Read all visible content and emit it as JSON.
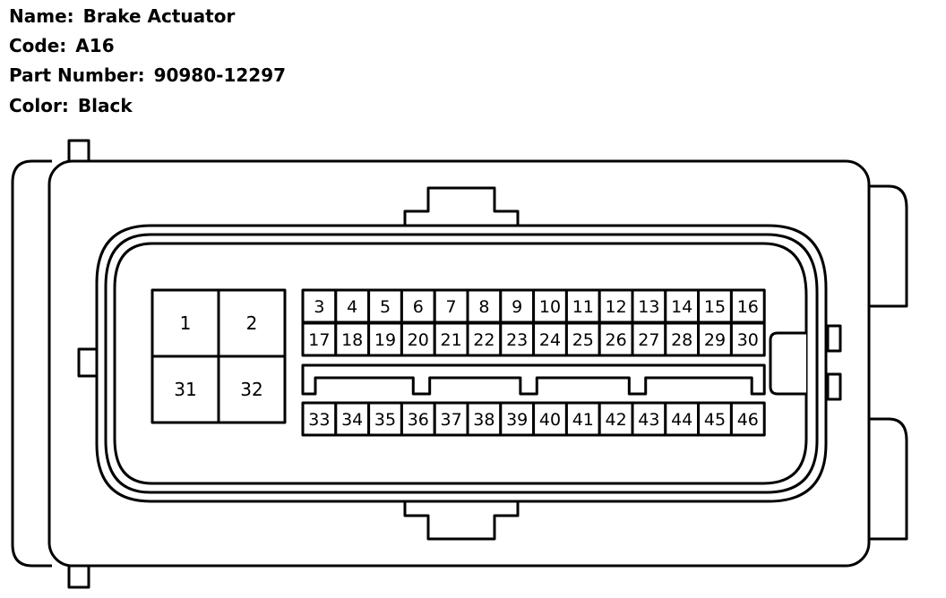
{
  "info": {
    "name_label": "Name:",
    "name_value": "Brake Actuator",
    "code_label": "Code:",
    "code_value": "A16",
    "part_label": "Part Number:",
    "part_value": "90980-12297",
    "color_label": "Color:",
    "color_value": "Black"
  },
  "connector": {
    "large_pins": [
      "1",
      "2",
      "31",
      "32"
    ],
    "row1": [
      "3",
      "4",
      "5",
      "6",
      "7",
      "8",
      "9",
      "10",
      "11",
      "12",
      "13",
      "14",
      "15",
      "16"
    ],
    "row2": [
      "17",
      "18",
      "19",
      "20",
      "21",
      "22",
      "23",
      "24",
      "25",
      "26",
      "27",
      "28",
      "29",
      "30"
    ],
    "row3": [
      "33",
      "34",
      "35",
      "36",
      "37",
      "38",
      "39",
      "40",
      "41",
      "42",
      "43",
      "44",
      "45",
      "46"
    ]
  }
}
